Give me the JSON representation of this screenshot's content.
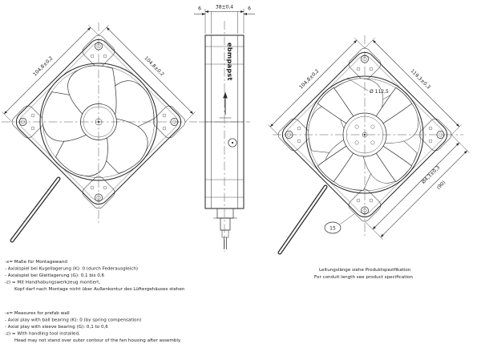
{
  "canvas": {
    "bg": "#ffffff",
    "ink": "#2b2b2b"
  },
  "logo": "ebmpapst",
  "dims": {
    "depth": "38±0,4",
    "flange": "6",
    "hole_spacing": "104,8±0,2",
    "frame_size": "119,3±0,3",
    "mounting_hole": "Ø4,3±0,3",
    "aux": "(90)",
    "impeller": "Ø 112,5",
    "flag": "15"
  },
  "notes": {
    "conduit_de": "Leitungslänge siehe Produktspezifikation",
    "conduit_en": "For conduit length see product specification",
    "german": [
      "-x= Maße für Montagewand",
      "- Axialspiel bei Kugellagerung (K): 0 (durch Federausgleich)",
      "- Axialspiel bei Gleitlagerung (G): 0,1 bis 0,6",
      "-z) = Mit Handhabungswerkzeug montiert,",
      "Kopf darf nach Montage nicht über Außenkontur des Lüftergehäuses stehen"
    ],
    "english": [
      "-x= Measures for prefab wall",
      "- Axial play with ball bearing (K): 0 (by spring compensation)",
      "- Axial play with sleeve bearing (G): 0,1 to 0,6",
      "-z) = With handling tool installed,",
      "Head may not stand over outer contour of the fan housing after assembly"
    ]
  }
}
